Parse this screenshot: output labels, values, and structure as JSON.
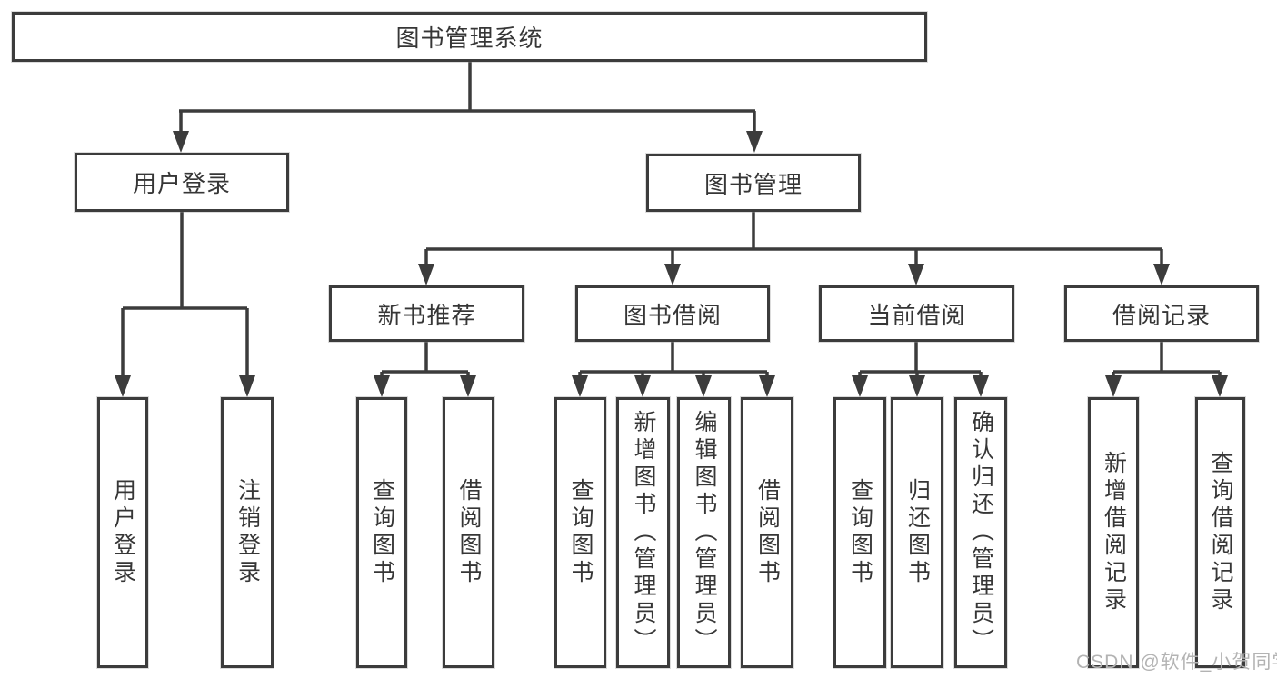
{
  "diagram": {
    "title": "图书管理系统",
    "tree": {
      "label": "图书管理系统",
      "children": [
        {
          "label": "用户登录",
          "children": [
            {
              "label": "用户登录"
            },
            {
              "label": "注销登录"
            }
          ]
        },
        {
          "label": "图书管理",
          "children": [
            {
              "label": "新书推荐",
              "children": [
                {
                  "label": "查询图书"
                },
                {
                  "label": "借阅图书"
                }
              ]
            },
            {
              "label": "图书借阅",
              "children": [
                {
                  "label": "查询图书"
                },
                {
                  "label": "新增图书（管理员）"
                },
                {
                  "label": "编辑图书（管理员）"
                },
                {
                  "label": "借阅图书"
                }
              ]
            },
            {
              "label": "当前借阅",
              "children": [
                {
                  "label": "查询图书"
                },
                {
                  "label": "归还图书"
                },
                {
                  "label": "确认归还（管理员）"
                }
              ]
            },
            {
              "label": "借阅记录",
              "children": [
                {
                  "label": "新增借阅记录"
                },
                {
                  "label": "查询借阅记录"
                }
              ]
            }
          ]
        }
      ]
    }
  },
  "watermark": {
    "text": "CSDN @软件_小贺同学"
  },
  "colors": {
    "background": "#ffffff",
    "box_background": "#ffffff",
    "box_border": "#3c3c3c",
    "connector_line": "#3c3c3c",
    "text": "#363636",
    "watermark_text": "#b3b3b3"
  }
}
